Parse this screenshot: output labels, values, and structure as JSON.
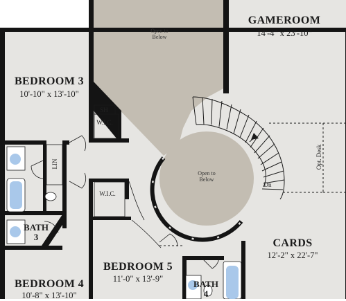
{
  "colors": {
    "floor": "#e6e5e2",
    "open": "#c3bdb2",
    "wall": "#141414",
    "fixture": "#a9c8ea"
  },
  "rooms": {
    "gameroom": {
      "name": "GAMEROOM",
      "dim": "14'-4\" x 23'-10\""
    },
    "bedroom3": {
      "name": "BEDROOM 3",
      "dim": "10'-10\" x 13'-10\""
    },
    "bedroom4": {
      "name": "BEDROOM 4",
      "dim": "10'-8\" x 13'-10\""
    },
    "bedroom5": {
      "name": "BEDROOM 5",
      "dim": "11'-0\" x 13'-9\""
    },
    "cards": {
      "name": "CARDS",
      "dim": "12'-2\" x 22'-7\""
    }
  },
  "labels": {
    "open_to_below_top": "Open to\nBelow",
    "open_to_below_round": "Open to\nBelow",
    "wic_1": "W.I.C.",
    "wic_2": "W.I.C.",
    "sh": "SH",
    "lin": "LIN",
    "bath_3": "BATH\n3",
    "bath_4": "BATH\n4",
    "opt_desk": "Opt. Desk",
    "dn": "Dn"
  }
}
